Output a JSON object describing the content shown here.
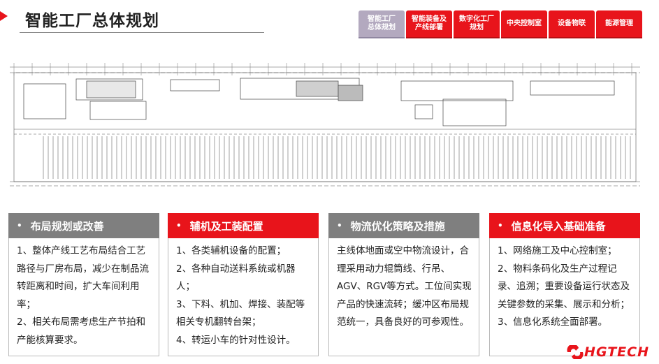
{
  "header": {
    "title": "智能工厂总体规划"
  },
  "tabs": [
    {
      "label": "智能工厂\n总体规划",
      "active": true
    },
    {
      "label": "智能装备及\n产线部署",
      "active": false
    },
    {
      "label": "数字化工厂\n规划",
      "active": false
    },
    {
      "label": "中央控制室",
      "active": false
    },
    {
      "label": "设备物联",
      "active": false
    },
    {
      "label": "能源管理",
      "active": false
    }
  ],
  "floor_plan": {
    "icon": "factory-floor-plan-drawing"
  },
  "cards": [
    {
      "title": "布局规划或改善",
      "style": "gray",
      "lines": [
        "1、整体产线工艺布局结合工艺路径与厂房布局，减少在制品流转距离和时间，扩大车间利用率；",
        "2、相关布局需考虑生产节拍和产能核算要求。"
      ]
    },
    {
      "title": "辅机及工装配置",
      "style": "red",
      "lines": [
        "1、各类辅机设备的配置；",
        "2、各种自动送料系统或机器人；",
        "3、下料、机加、焊接、装配等相关专机翻转台架；",
        "4、转运小车的针对性设计。"
      ]
    },
    {
      "title": "物流优化策略及措施",
      "style": "gray",
      "lines": [
        "主线体地面或空中物流设计，合理采用动力辊筒线、行吊、AGV、RGV等方式。工位间实现产品的快速流转；缓冲区布局规范统一，具备良好的可参观性。"
      ]
    },
    {
      "title": "信息化导入基础准备",
      "style": "red",
      "lines": [
        "1、网络施工及中心控制室；",
        "2、物料条码化及生产过程记录、追溯；重要设备运行状态及关键参数的采集、展示和分析；",
        "3、信息化系统全面部署。"
      ]
    }
  ],
  "logo": {
    "text": "HGTECH",
    "color": "#e8141b"
  },
  "colors": {
    "accent": "#e8141b",
    "inactive_tab": "#b3a9bf",
    "gray_header": "#7f7f7f"
  }
}
